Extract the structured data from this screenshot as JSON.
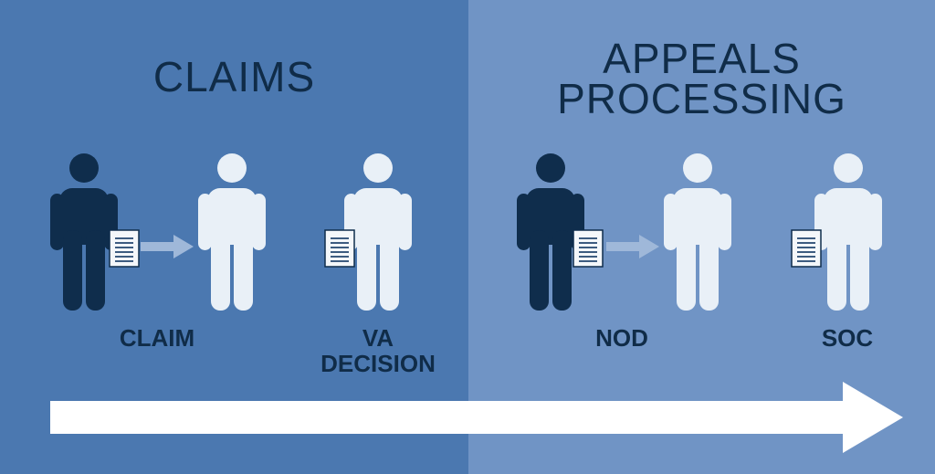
{
  "colors": {
    "left_bg": "#4b78b0",
    "right_bg": "#7094c5",
    "dark": "#0f2d4c",
    "light": "#e9f0f7",
    "heading": "#102c48",
    "doc": "#f4f7fa",
    "doc_lines": "#3d5c80",
    "small_arrow": "#9fb8d9",
    "timeline": "#ffffff"
  },
  "sections": {
    "claims": {
      "title": "CLAIMS"
    },
    "appeals": {
      "title": "APPEALS\nPROCESSING"
    }
  },
  "steps": [
    {
      "label": "CLAIM",
      "figure_color": "dark",
      "holds_document": true
    },
    {
      "label": "",
      "figure_color": "light",
      "holds_document": false
    },
    {
      "label": "VA\nDECISION",
      "figure_color": "light",
      "holds_document": true
    },
    {
      "label": "NOD",
      "figure_color": "dark",
      "holds_document": true
    },
    {
      "label": "",
      "figure_color": "light",
      "holds_document": false
    },
    {
      "label": "SOC",
      "figure_color": "light",
      "holds_document": true
    }
  ],
  "icons": {
    "person": "person-icon",
    "document": "document-icon",
    "step_arrow": "arrow-right-icon",
    "timeline": "timeline-arrow-icon"
  }
}
